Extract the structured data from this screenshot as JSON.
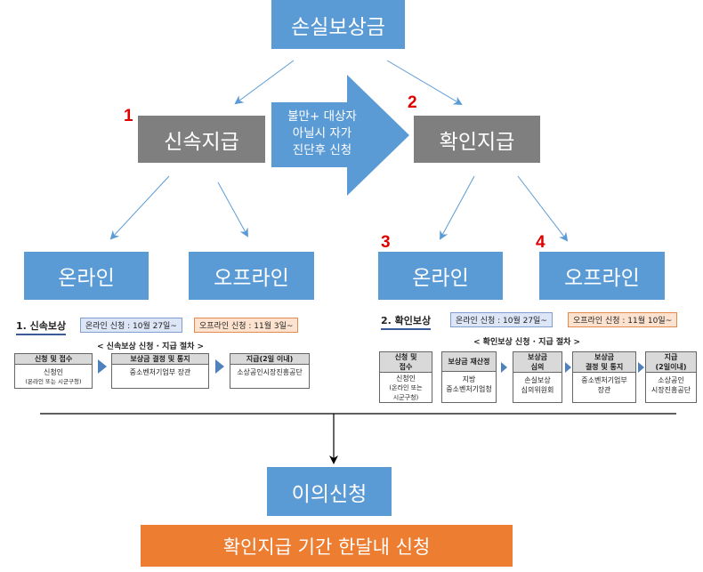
{
  "top": "손실보상금",
  "left": {
    "number": "1",
    "label": "신속지급"
  },
  "right": {
    "number": "2",
    "label": "확인지급"
  },
  "middle_arrow": {
    "line1": "불만+ 대상자",
    "line2": "아닐시 자가",
    "line3": "진단후 신청"
  },
  "left_online": "온라인",
  "left_offline": "오프라인",
  "right_online": {
    "number": "3",
    "label": "온라인"
  },
  "right_offline": {
    "number": "4",
    "label": "오프라인"
  },
  "panel_left": {
    "title": "1. 신속보상",
    "online_tag": "온라인 신청 : 10월 27일~",
    "offline_tag": "오프라인 신청 : 11월 3일~",
    "procedure": "< 신속보상 신청 · 지급 절차 >",
    "steps": [
      {
        "head": "신청 및 접수",
        "body1": "신청인",
        "body2": "(온라인 또는 시군구청)"
      },
      {
        "head": "보상금 결정 및 통지",
        "body1": "중소벤처기업부 장관",
        "body2": ""
      },
      {
        "head": "지급(2일 이내)",
        "body1": "소상공인시장진흥공단",
        "body2": ""
      }
    ]
  },
  "panel_right": {
    "title": "2. 확인보상",
    "online_tag": "온라인 신청 : 10월 27일~",
    "offline_tag": "오프라인 신청 : 11월 10일~",
    "procedure": "< 확인보상 신청 · 지급 절차 >",
    "steps": [
      {
        "head1": "신청 및",
        "head2": "접수",
        "body1": "신청인",
        "body2": "(온라인 또는",
        "body3": "시군구청)"
      },
      {
        "head1": "보상금 재산정",
        "head2": "",
        "body1": "지방",
        "body2": "중소벤처기업청",
        "body3": ""
      },
      {
        "head1": "보상금",
        "head2": "심의",
        "body1": "손실보상",
        "body2": "심의위원회",
        "body3": ""
      },
      {
        "head1": "보상금",
        "head2": "결정 및 통지",
        "body1": "중소벤처기업부",
        "body2": "장관",
        "body3": ""
      },
      {
        "head1": "지급",
        "head2": "(2일이내)",
        "body1": "소상공인",
        "body2": "시장진흥공단",
        "body3": ""
      }
    ]
  },
  "appeal": "이의신청",
  "bottom": "확인지급 기간 한달내 신청",
  "colors": {
    "blue": "#5b9bd5",
    "gray": "#7f7f7f",
    "orange": "#ed7d31",
    "red": "#e00000"
  }
}
